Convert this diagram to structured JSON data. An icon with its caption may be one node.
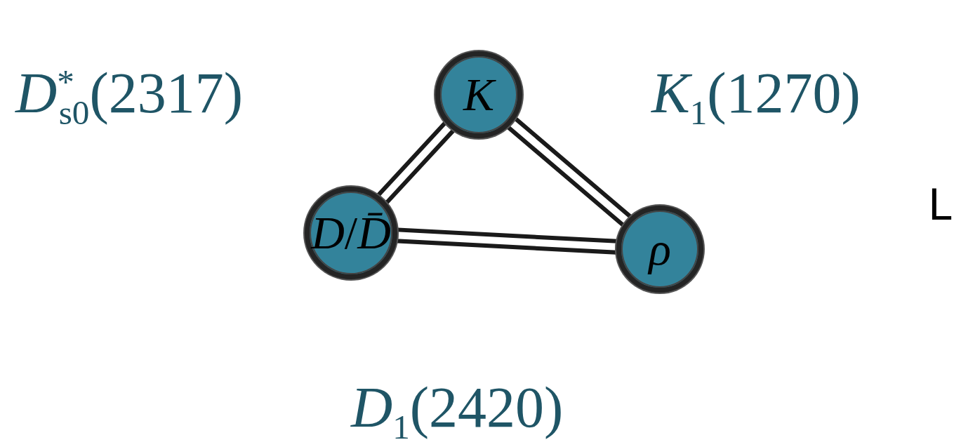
{
  "diagram": {
    "nodes": [
      {
        "text": [
          "*K*"
        ]
      },
      {
        "text": [
          "*D*/*D̄*"
        ]
      },
      {
        "text": [
          "*ρ*"
        ]
      }
    ],
    "edges": [
      {
        "from": 0,
        "to": 1,
        "arrow": "none",
        "label": "*D*$^{*}$$_{s0}$(2317)"
      },
      {
        "from": 0,
        "to": 2,
        "arrow": "none",
        "label": "*K*$_{1}$(1270)"
      },
      {
        "from": 1,
        "to": 2,
        "arrow": "none",
        "label": "*D*$_{1}$(2420)"
      }
    ],
    "labels": [
      "L"
    ]
  }
}
